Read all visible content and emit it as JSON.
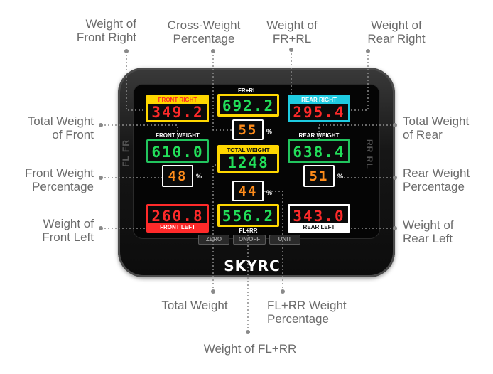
{
  "callouts": {
    "weight_front_right": "Weight of\nFront Right",
    "cross_weight_pct": "Cross-Weight\nPercentage",
    "weight_fr_rl": "Weight of\nFR+RL",
    "weight_rear_right": "Weight of\nRear Right",
    "total_weight_front": "Total Weight\nof Front",
    "total_weight_rear": "Total Weight\nof Rear",
    "front_weight_pct": "Front Weight\nPercentage",
    "rear_weight_pct": "Rear Weight\nPercentage",
    "weight_front_left": "Weight of\nFront Left",
    "weight_rear_left": "Weight of\nRear Left",
    "total_weight": "Total Weight",
    "fl_rr_weight_pct": "FL+RR Weight\nPercentage",
    "weight_fl_rr": "Weight of FL+RR"
  },
  "display": {
    "front_right": {
      "label": "FRONT RIGHT",
      "value": "349.2",
      "color": "#ff2a2a",
      "frame": "#ffd700"
    },
    "fr_rl": {
      "label": "FR+RL",
      "value": "692.2",
      "color": "#22e05a",
      "frame": "#ffd700"
    },
    "rear_right": {
      "label": "REAR RIGHT",
      "value": "295.4",
      "color": "#ff2a2a",
      "frame": "#1ecbe1"
    },
    "cross_pct": {
      "value": "55",
      "unit": "%",
      "color": "#ff8c1a",
      "frame": "#ffffff"
    },
    "front_weight": {
      "label": "FRONT WEIGHT",
      "value": "610.0",
      "color": "#22e05a",
      "frame": "#22c55e"
    },
    "total_weight": {
      "label": "TOTAL WEIGHT",
      "value": "1248",
      "color": "#22e05a",
      "frame": "#ffd700"
    },
    "rear_weight": {
      "label": "REAR WEIGHT",
      "value": "638.4",
      "color": "#22e05a",
      "frame": "#22c55e"
    },
    "front_pct": {
      "value": "48",
      "unit": "%",
      "color": "#ff8c1a",
      "frame": "#ffffff"
    },
    "rear_pct": {
      "value": "51",
      "unit": "%",
      "color": "#ff8c1a",
      "frame": "#ffffff"
    },
    "fl_rr_pct": {
      "value": "44",
      "unit": "%",
      "color": "#ff8c1a",
      "frame": "#ffffff"
    },
    "front_left": {
      "label": "FRONT LEFT",
      "value": "260.8",
      "color": "#ff2a2a",
      "frame": "#ff2a2a"
    },
    "fl_rr": {
      "label": "FL+RR",
      "value": "556.2",
      "color": "#22e05a",
      "frame": "#ffd700"
    },
    "rear_left": {
      "label": "REAR LEFT",
      "value": "343.0",
      "color": "#ff2a2a",
      "frame": "#ffffff"
    },
    "side_left": "FL  FR",
    "side_right": "RR  RL"
  },
  "buttons": {
    "zero": "ZERO",
    "on_off": "ON/OFF",
    "unit": "UNIT"
  },
  "brand": "SKYRC"
}
